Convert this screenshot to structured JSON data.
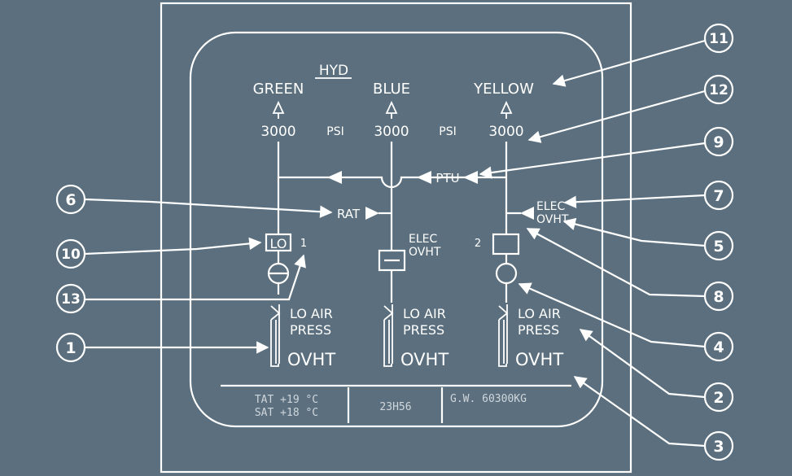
{
  "page": {
    "title": "HYD",
    "systems": [
      {
        "name": "GREEN",
        "pressure": "3000",
        "pump_label": "LO",
        "pump_number": "1"
      },
      {
        "name": "BLUE",
        "pressure": "3000",
        "elec_label_1": "ELEC",
        "elec_label_2": "OVHT"
      },
      {
        "name": "YELLOW",
        "pressure": "3000",
        "pump_number": "2",
        "elec_label_1": "ELEC",
        "elec_label_2": "OVHT"
      }
    ],
    "psi_label": "PSI",
    "ptu_label": "PTU",
    "rat_label": "RAT",
    "reservoir": {
      "line1": "LO AIR",
      "line2": "PRESS",
      "ovht": "OVHT"
    },
    "footer": {
      "tat": "TAT +19 °C",
      "sat": "SAT +18 °C",
      "time": "23H56",
      "gw": "G.W. 60300KG"
    }
  },
  "callouts": [
    "1",
    "2",
    "3",
    "4",
    "5",
    "6",
    "7",
    "8",
    "9",
    "10",
    "11",
    "12",
    "13"
  ],
  "colors": {
    "background": "#5b6f7e",
    "line": "#ffffff"
  }
}
